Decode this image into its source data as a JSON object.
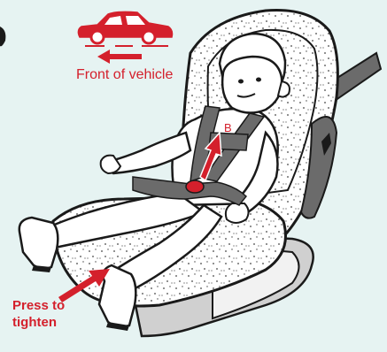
{
  "labels": {
    "front_of_vehicle": "Front of vehicle",
    "press_to_tighten_line1": "Press to",
    "press_to_tighten_line2": "tighten",
    "belt_letter": "B"
  },
  "colors": {
    "background": "#e6f3f2",
    "accent_red": "#d4202c",
    "outline": "#1a1a1a",
    "seat_fill": "#ffffff",
    "strap_gray": "#6b6b6b",
    "base_gray": "#c9c9c9"
  },
  "icons": [
    "car-icon",
    "arrow-left-icon",
    "press-arrow-icon",
    "up-arrow-icon"
  ]
}
